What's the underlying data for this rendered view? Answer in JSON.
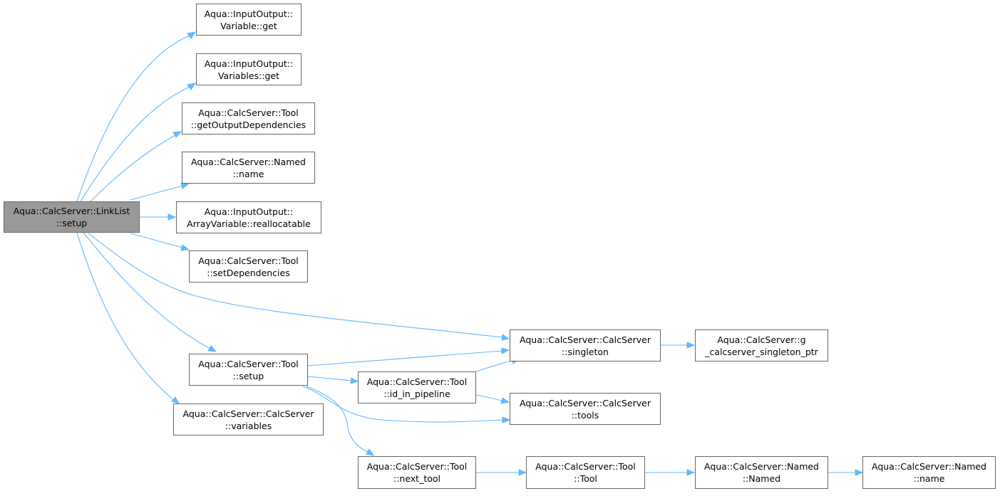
{
  "diagram": {
    "nodes": {
      "root": [
        "Aqua::CalcServer::LinkList",
        "::setup"
      ],
      "variable_get": [
        "Aqua::InputOutput::",
        "Variable::get"
      ],
      "variables_get": [
        "Aqua::InputOutput::",
        "Variables::get"
      ],
      "get_output_deps": [
        "Aqua::CalcServer::Tool",
        "::getOutputDependencies"
      ],
      "named_name_1": [
        "Aqua::CalcServer::Named",
        "::name"
      ],
      "array_realloc": [
        "Aqua::InputOutput::",
        "ArrayVariable::reallocatable"
      ],
      "set_deps": [
        "Aqua::CalcServer::Tool",
        "::setDependencies"
      ],
      "singleton": [
        "Aqua::CalcServer::CalcServer",
        "::singleton"
      ],
      "g_singleton_ptr": [
        "Aqua::CalcServer::g",
        "_calcserver_singleton_ptr"
      ],
      "tool_setup": [
        "Aqua::CalcServer::Tool",
        "::setup"
      ],
      "id_in_pipeline": [
        "Aqua::CalcServer::Tool",
        "::id_in_pipeline"
      ],
      "calc_tools": [
        "Aqua::CalcServer::CalcServer",
        "::tools"
      ],
      "calc_variables": [
        "Aqua::CalcServer::CalcServer",
        "::variables"
      ],
      "next_tool": [
        "Aqua::CalcServer::Tool",
        "::next_tool"
      ],
      "tool_ctor": [
        "Aqua::CalcServer::Tool",
        "::Tool"
      ],
      "named_ctor": [
        "Aqua::CalcServer::Named",
        "::Named"
      ],
      "named_name_2": [
        "Aqua::CalcServer::Named",
        "::name"
      ]
    },
    "edge_color": "#63b8ff",
    "root_fill": "#999999",
    "node_border": "#666666"
  }
}
